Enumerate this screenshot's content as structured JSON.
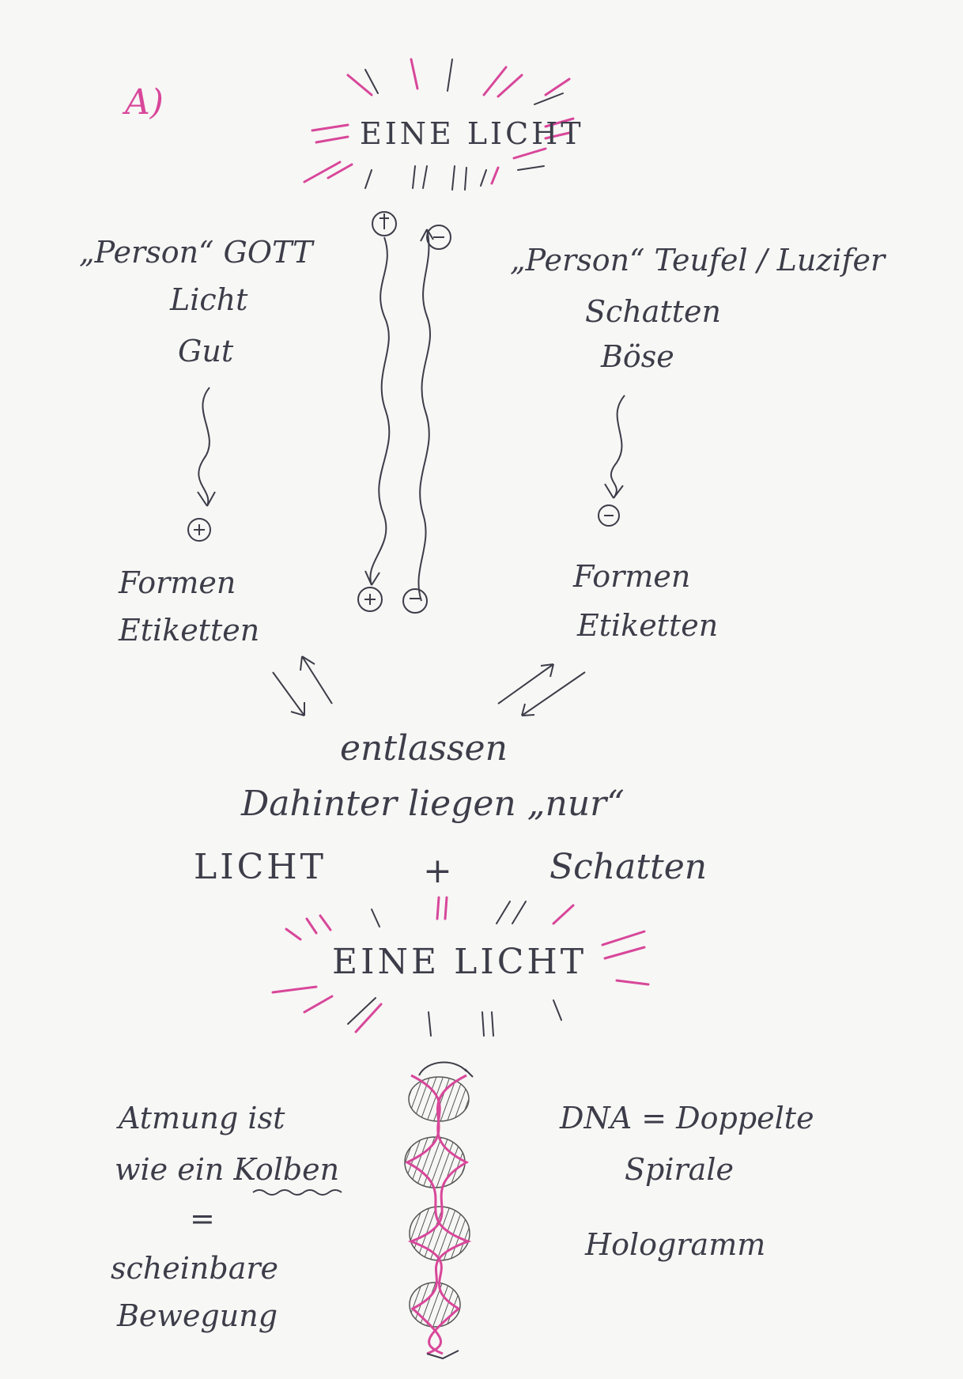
{
  "label_a": "A)",
  "light_top": "EINE LICHT",
  "light_bottom": "EINE LICHT",
  "left": {
    "title": "„Person“ GOTT",
    "line1": "Licht",
    "line2": "Gut",
    "symbol": "+",
    "forms1": "Formen",
    "forms2": "Etiketten"
  },
  "right": {
    "title": "„Person“ Teufel / Luzifer",
    "line1": "Schatten",
    "line2": "Böse",
    "symbol": "−",
    "forms1": "Formen",
    "forms2": "Etiketten"
  },
  "center": {
    "plus_top": "+",
    "minus_top": "−",
    "plus_bottom": "+",
    "minus_bottom": "−"
  },
  "release": "entlassen",
  "behind": "Dahinter liegen „nur“",
  "light": "LICHT",
  "plus": "+",
  "shadow": "Schatten",
  "breath": {
    "line1": "Atmung ist",
    "line2_a": "wie ein ",
    "line2_b": "Kolben",
    "equals": "=",
    "line3": "scheinbare",
    "line4": "Bewegung"
  },
  "dna": {
    "line1": "DNA = Doppelte",
    "line2": "Spirale",
    "line3": "Hologramm"
  },
  "colors": {
    "ink": "#3d3d4a",
    "pink": "#d8479a",
    "paper": "#f7f7f5"
  }
}
